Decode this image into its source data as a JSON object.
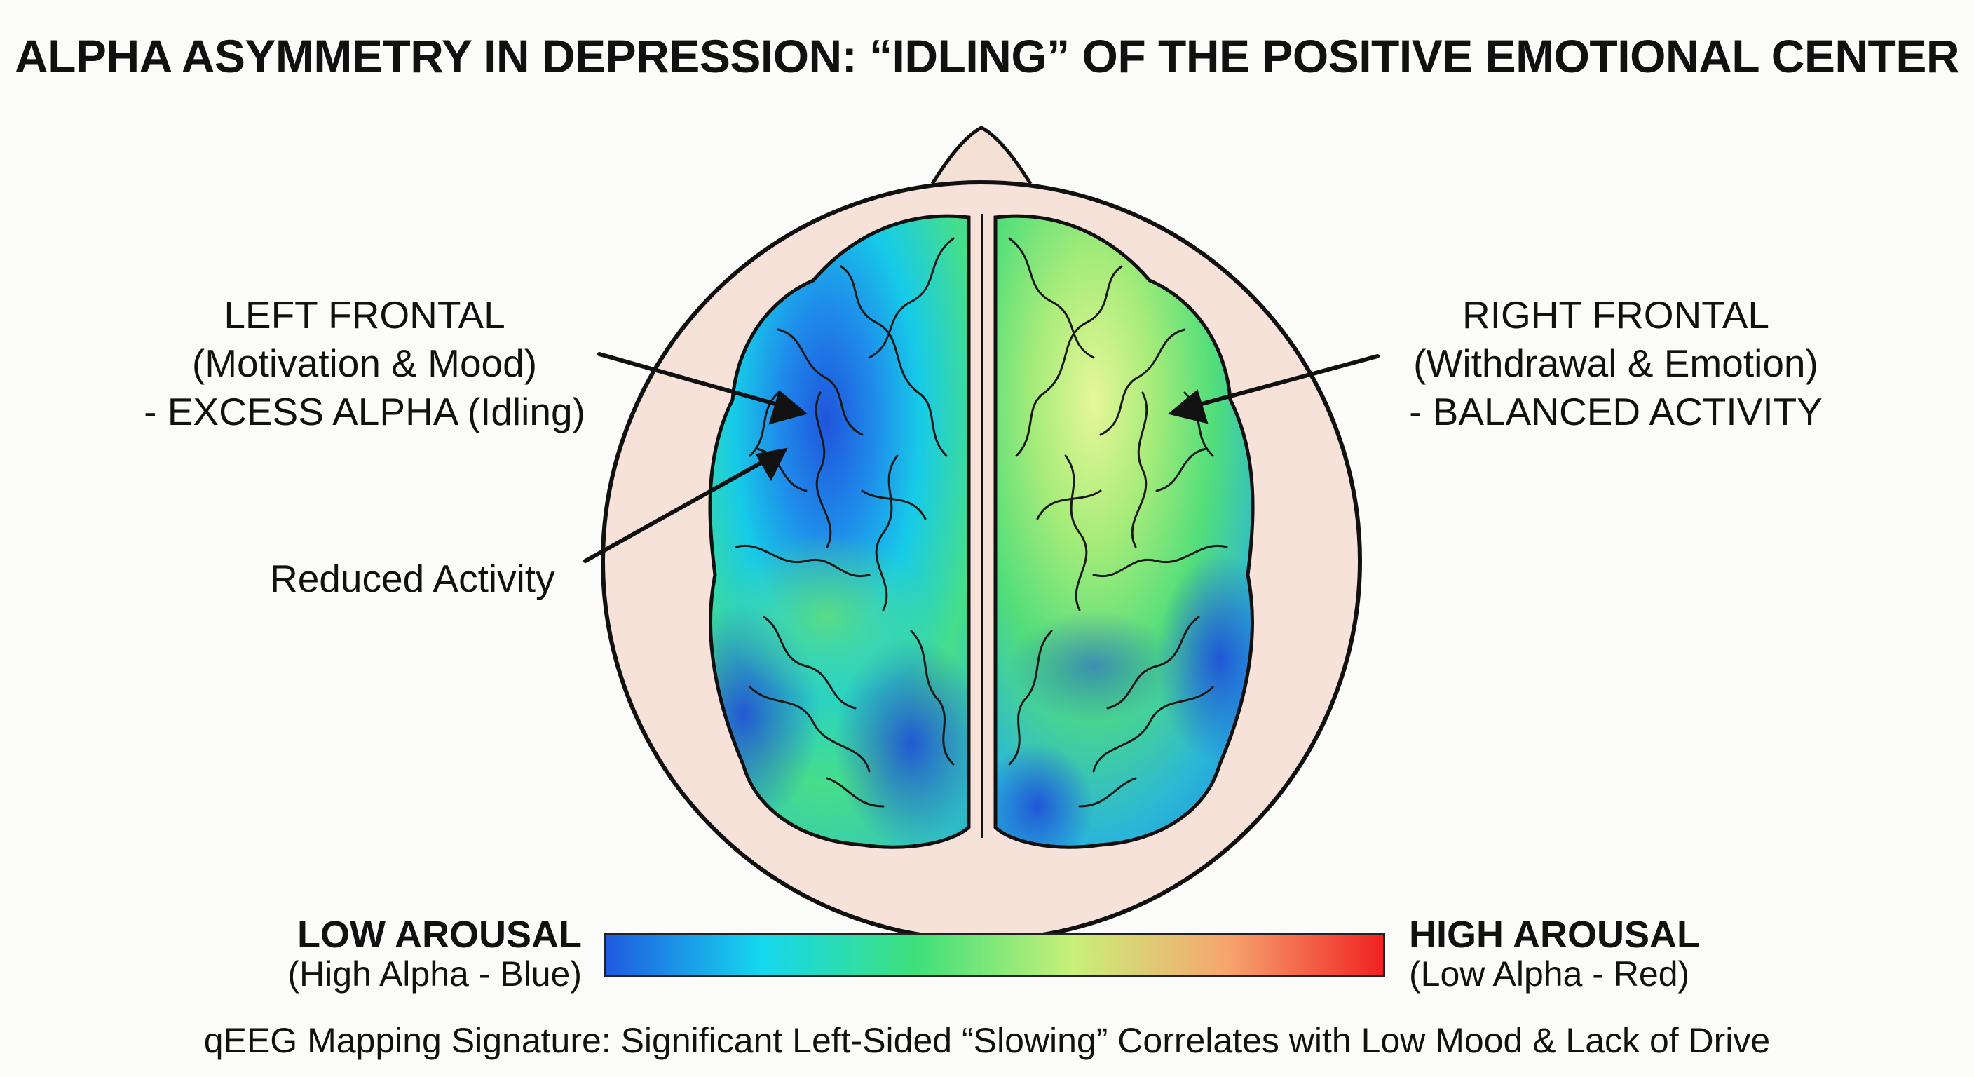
{
  "title": "ALPHA ASYMMETRY IN DEPRESSION: “IDLING” OF THE POSITIVE EMOTIONAL CENTER",
  "left_frontal": {
    "line1": "LEFT FRONTAL",
    "line2": "(Motivation & Mood)",
    "line3": "- EXCESS ALPHA (Idling)"
  },
  "right_frontal": {
    "line1": "RIGHT FRONTAL",
    "line2": "(Withdrawal & Emotion)",
    "line3": "- BALANCED ACTIVITY"
  },
  "reduced_activity": "Reduced Activity",
  "scale": {
    "low_main": "LOW AROUSAL",
    "low_sub": "(High Alpha - Blue)",
    "high_main": "HIGH AROUSAL",
    "high_sub": "(Low Alpha - Red)",
    "colors": [
      "#1f5be0",
      "#16d8ee",
      "#3fe07a",
      "#c8f07a",
      "#f6a56e",
      "#f02222"
    ]
  },
  "footer": "qEEG Mapping Signature: Significant Left-Sided “Slowing” Correlates with Low Mood & Lack of Drive"
}
